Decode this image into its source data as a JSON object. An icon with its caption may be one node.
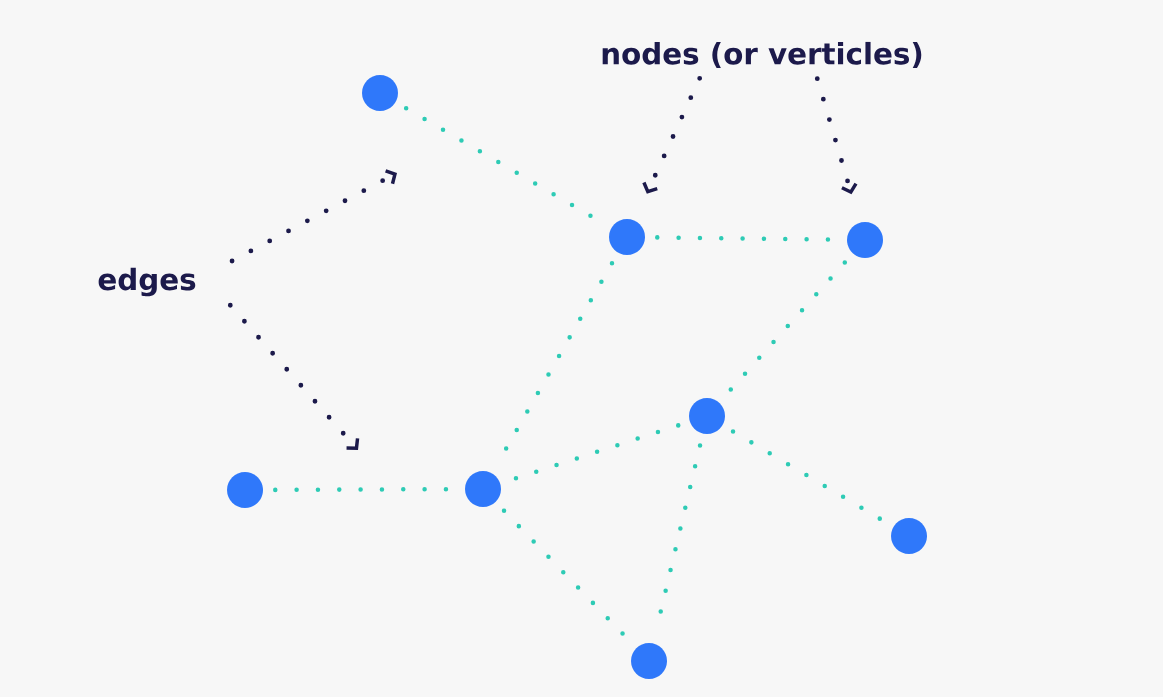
{
  "diagram": {
    "nodes": [
      {
        "text": [
          "nodes (or verticles)"
        ]
      },
      {
        "text": [],
        "shape": "circle"
      },
      {
        "text": [],
        "shape": "circle"
      },
      {
        "text": [],
        "shape": "circle"
      },
      {
        "text": [
          "edges"
        ]
      },
      {
        "text": [],
        "shape": "circle"
      },
      {
        "text": [],
        "shape": "circle"
      },
      {
        "text": [],
        "shape": "circle"
      },
      {
        "text": [],
        "shape": "circle"
      },
      {
        "text": [],
        "shape": "circle"
      }
    ],
    "edges": [
      {
        "from": 1,
        "to": 2,
        "arrow": "none"
      },
      {
        "from": 2,
        "to": 3,
        "arrow": "none"
      },
      {
        "from": 2,
        "to": 7,
        "arrow": "none"
      },
      {
        "from": 3,
        "to": 5,
        "arrow": "none"
      },
      {
        "from": 5,
        "to": 7,
        "arrow": "none"
      },
      {
        "from": 6,
        "to": 7,
        "arrow": "none"
      },
      {
        "from": 5,
        "to": 8,
        "arrow": "none"
      },
      {
        "from": 5,
        "to": 9,
        "arrow": "none"
      },
      {
        "from": 7,
        "to": 9,
        "arrow": "none"
      },
      {
        "from": 0,
        "to": 2,
        "arrow": "to",
        "color": "#1c1a4b"
      },
      {
        "from": 0,
        "to": 3,
        "arrow": "to",
        "color": "#1c1a4b"
      },
      {
        "from": 4,
        "to": null,
        "arrow": "to",
        "color": "#1c1a4b"
      },
      {
        "from": 4,
        "to": null,
        "arrow": "to",
        "color": "#1c1a4b"
      }
    ]
  }
}
